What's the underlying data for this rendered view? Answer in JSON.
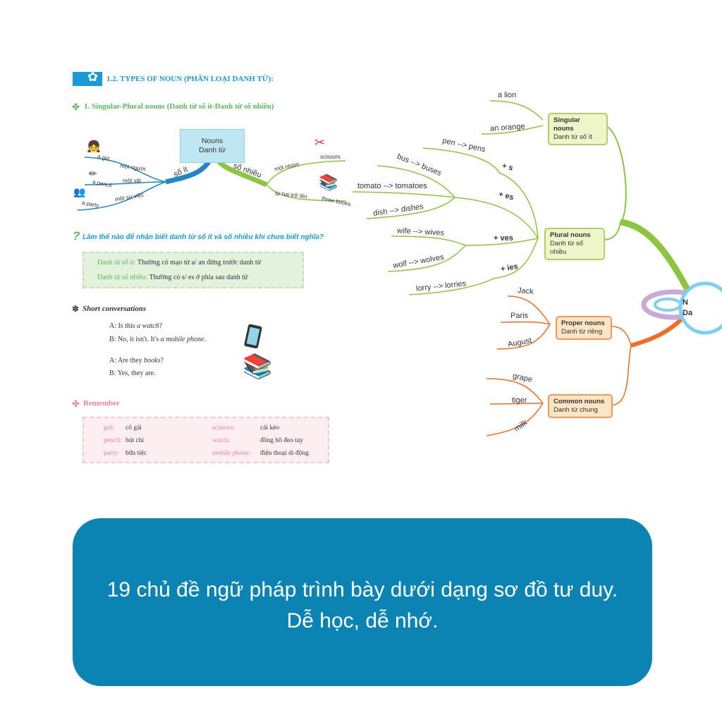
{
  "section_title": "1.2. TYPES OF NOUN (PHÂN LOẠI DANH TỪ):",
  "subsection_title": "1. Singular-Plural nouns (Danh từ số ít-Danh từ số nhiều)",
  "left_map": {
    "center": [
      "Nouns",
      "Danh từ"
    ],
    "branch_singular": "số ít",
    "branch_plural": "số nhiều",
    "singular_items": [
      {
        "label": "một người",
        "example": "a girl"
      },
      {
        "label": "một vật",
        "example": "a pencil"
      },
      {
        "label": "một sự việc",
        "example": "a party"
      }
    ],
    "plural_items": [
      {
        "label": "một nhóm",
        "example": "scissors"
      },
      {
        "label": "từ hai trở lên",
        "example": "three books"
      }
    ]
  },
  "question": {
    "mark": "?",
    "text": "Làm thế nào để nhận biết danh từ số ít và số nhiều khi chưa biết nghĩa?"
  },
  "rules": [
    {
      "key": "Danh từ số ít:",
      "text": "Thường có mạo từ a/ an đứng trước danh từ"
    },
    {
      "key": "Danh từ số nhiều:",
      "text": "Thường có s/ es ở phía sau danh từ"
    }
  ],
  "conversations": {
    "title": "Short conversations",
    "lines": [
      {
        "pre": "A: Is this ",
        "em": "a watch",
        "post": "?"
      },
      {
        "pre": "B: No, it isn't. It's ",
        "em": "a mobile phone",
        "post": "."
      },
      {
        "pre": "A: Are they ",
        "em": "books",
        "post": "?"
      },
      {
        "pre": "B: Yes, they are.",
        "em": "",
        "post": ""
      }
    ]
  },
  "remember": {
    "title": "Remember",
    "items": [
      {
        "en": "girl:",
        "vi": "cô gái"
      },
      {
        "en": "pencil:",
        "vi": "bút chì"
      },
      {
        "en": "party:",
        "vi": "bữa tiệc"
      },
      {
        "en": "scissors:",
        "vi": "cái kéo"
      },
      {
        "en": "watch:",
        "vi": "đồng hồ đeo tay"
      },
      {
        "en": "mobile phone:",
        "vi": "điện thoại di động"
      }
    ]
  },
  "right_map": {
    "center": [
      "N",
      "Da"
    ],
    "singular": {
      "title": "Singular nouns",
      "sub": "Danh từ số ít",
      "items": [
        "a lion",
        "an orange"
      ]
    },
    "plural": {
      "title": "Plural nouns",
      "sub": "Danh từ số nhiều",
      "rules": [
        "+ s",
        "+ es",
        "+ ves",
        "+ ies"
      ],
      "items": [
        "pen --> pens",
        "bus --> buses",
        "tomato --> tomatoes",
        "dish --> dishes",
        "wife --> wives",
        "wolf --> wolves",
        "lorry --> lorries"
      ]
    },
    "proper": {
      "title": "Proper nouns",
      "sub": "Danh từ riêng",
      "items": [
        "Jack",
        "Paris",
        "August"
      ]
    },
    "common": {
      "title": "Common nouns",
      "sub": "Danh từ chung",
      "items": [
        "grape",
        "tiger",
        "milk"
      ]
    }
  },
  "banner": {
    "line1": "19 chủ đề ngữ pháp trình bày dưới dạng sơ đồ tư duy.",
    "line2": "Dễ học, dễ nhớ."
  },
  "colors": {
    "banner": "#0b84b3",
    "green": "#8cc63f",
    "orange": "#f26c21",
    "blue": "#1a9ad6",
    "pink": "#e85a8a"
  }
}
